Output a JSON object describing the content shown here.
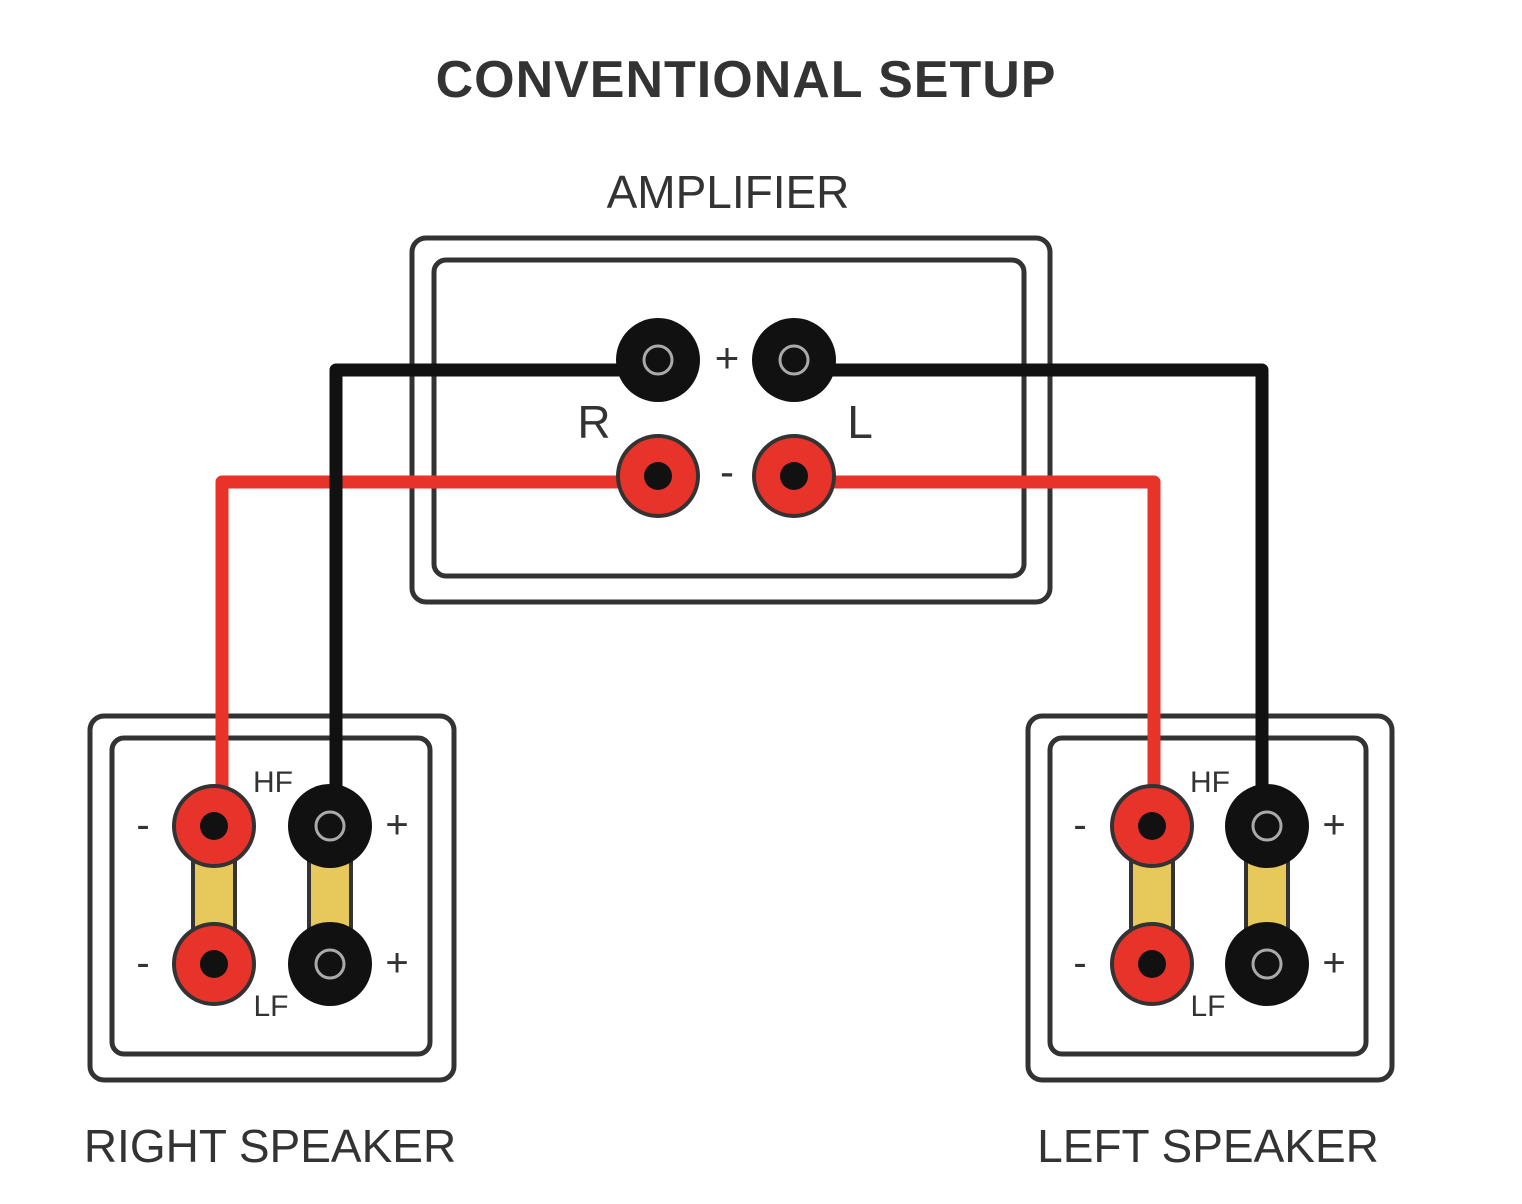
{
  "title": "CONVENTIONAL SETUP",
  "amplifier": {
    "label": "AMPLIFIER",
    "plus": "+",
    "minus": "-",
    "right_channel": "R",
    "left_channel": "L"
  },
  "right_speaker": {
    "label": "RIGHT SPEAKER",
    "hf": "HF",
    "lf": "LF",
    "minus_top": "-",
    "minus_bottom": "-",
    "plus_top": "+",
    "plus_bottom": "+"
  },
  "left_speaker": {
    "label": "LEFT SPEAKER",
    "hf": "HF",
    "lf": "LF",
    "minus_top": "-",
    "minus_bottom": "-",
    "plus_top": "+",
    "plus_bottom": "+"
  },
  "colors": {
    "positive_wire": "#111111",
    "negative_wire": "#e8332a",
    "bridge": "#e6c95a",
    "outline": "#333333"
  }
}
